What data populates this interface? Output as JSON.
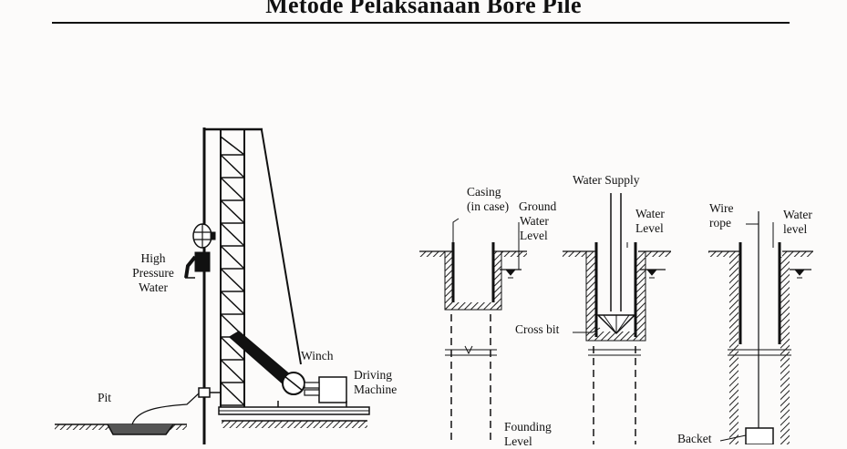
{
  "title": "Metode Pelaksanaan Bore Pile",
  "labels": {
    "high_pressure_water": [
      "High",
      "Pressure",
      "Water"
    ],
    "pit": "Pit",
    "winch": "Winch",
    "driving_machine": [
      "Driving",
      "Machine"
    ],
    "casing": [
      "Casing",
      "(in case)"
    ],
    "ground_water_level": [
      "Ground",
      "Water",
      "Level"
    ],
    "water_supply": "Water Supply",
    "water_level_1": [
      "Water",
      "Level"
    ],
    "cross_bit": "Cross bit",
    "founding_level": [
      "Founding",
      "Level"
    ],
    "wire_rope": [
      "Wire",
      "rope"
    ],
    "water_level_2": [
      "Water",
      "level"
    ],
    "backet": "Backet"
  }
}
